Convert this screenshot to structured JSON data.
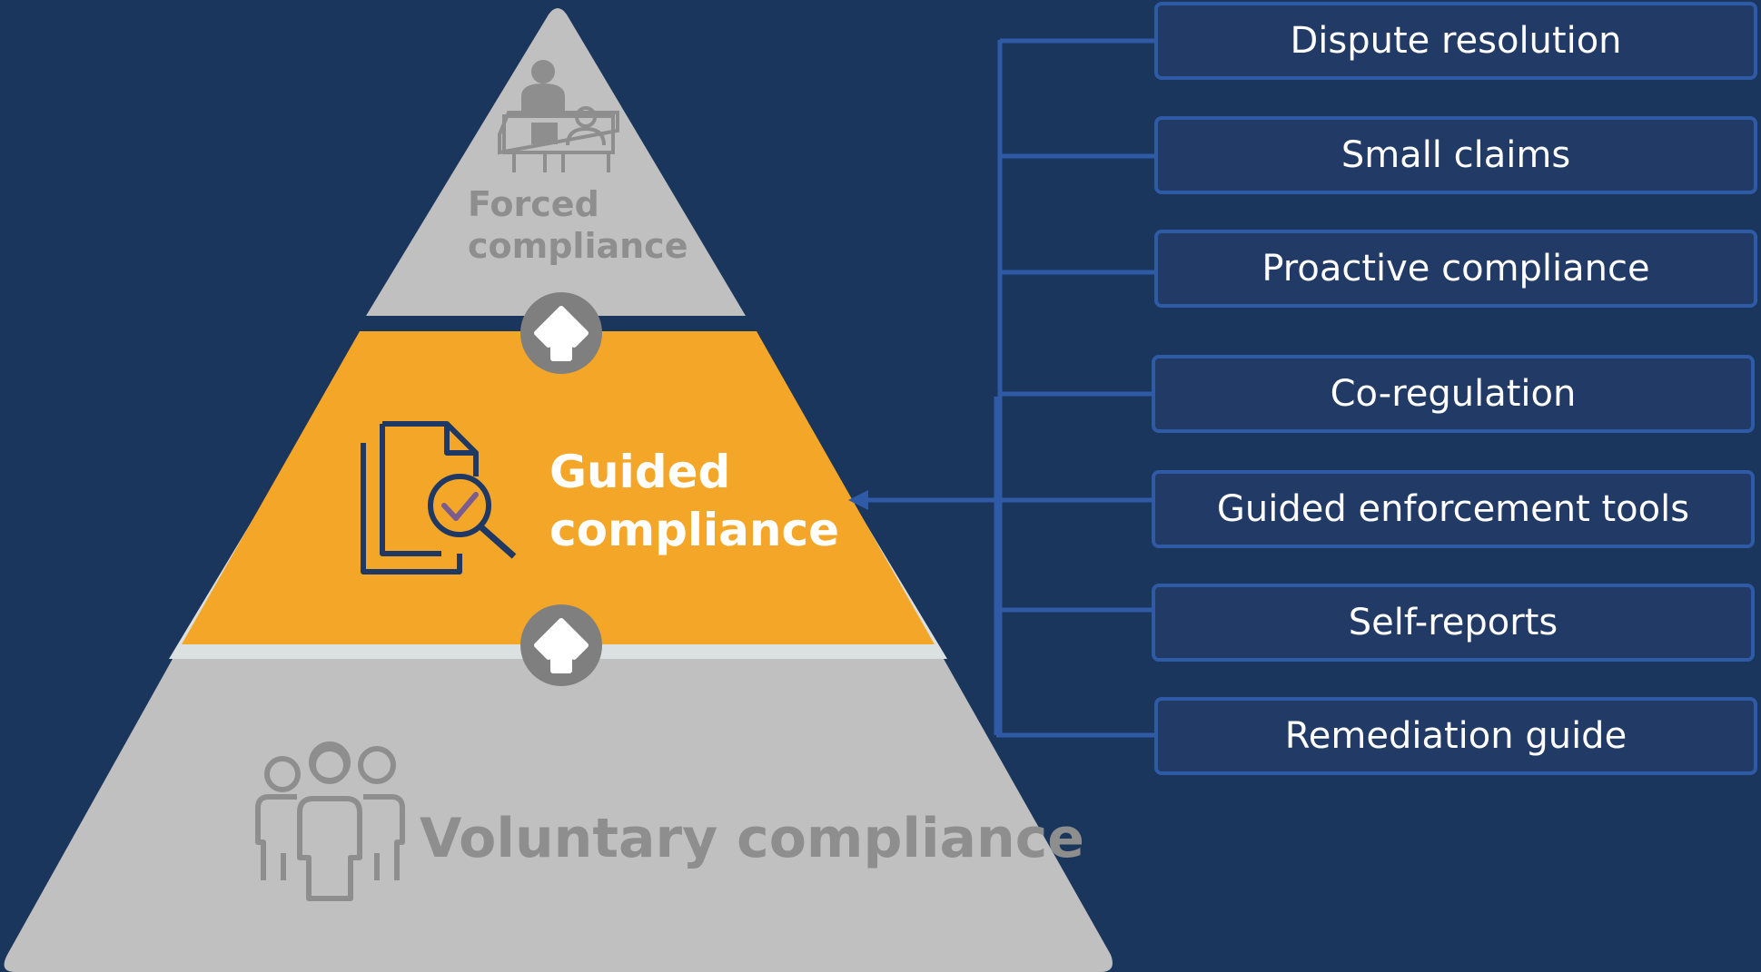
{
  "colors": {
    "background": "#1b365d",
    "pyramid_gray": "#c0c0c0",
    "pyramid_divider": "#dbe0e0",
    "guided_orange": "#f4a628",
    "muted_text": "#8e8e8e",
    "icon_dark": "#1f3864",
    "check_purple": "#7a5c8f",
    "connector_blue": "#2e5aa6",
    "box_fill": "#223a66",
    "arrow_circle": "#7f7f7f"
  },
  "pyramid": {
    "top": {
      "label_line1": "Forced",
      "label_line2": "compliance",
      "icon": "court-hearing-icon"
    },
    "middle": {
      "label_line1": "Guided",
      "label_line2": "compliance",
      "icon": "document-review-icon"
    },
    "bottom": {
      "label": "Voluntary compliance",
      "icon": "people-group-icon"
    },
    "connector_icon": "up-arrow-icon"
  },
  "tools": [
    {
      "label": "Dispute resolution"
    },
    {
      "label": "Small claims"
    },
    {
      "label": "Proactive compliance"
    },
    {
      "label": "Co-regulation"
    },
    {
      "label": "Guided enforcement tools"
    },
    {
      "label": "Self-reports"
    },
    {
      "label": "Remediation guide"
    }
  ]
}
